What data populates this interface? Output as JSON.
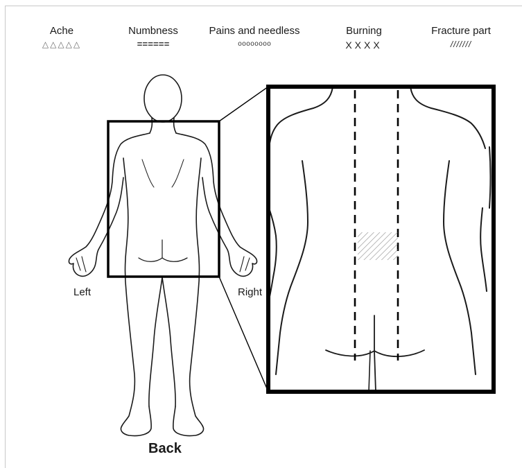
{
  "legend": [
    {
      "label": "Ache",
      "symbol": "△△△△△",
      "icon": "triangle-icon"
    },
    {
      "label": "Numbness",
      "symbol": "======",
      "icon": "double-dash-icon"
    },
    {
      "label": "Pains and needless",
      "symbol": "oooooooo",
      "icon": "circle-icon"
    },
    {
      "label": "Burning",
      "symbol": "XXXX",
      "icon": "x-icon"
    },
    {
      "label": "Fracture part",
      "symbol": "///////",
      "icon": "slash-icon"
    }
  ],
  "labels": {
    "left": "Left",
    "right": "Right",
    "back": "Back"
  },
  "colors": {
    "outline": "#1a1a1a",
    "hatch": "#888888",
    "frame": "#c8c8c8"
  }
}
